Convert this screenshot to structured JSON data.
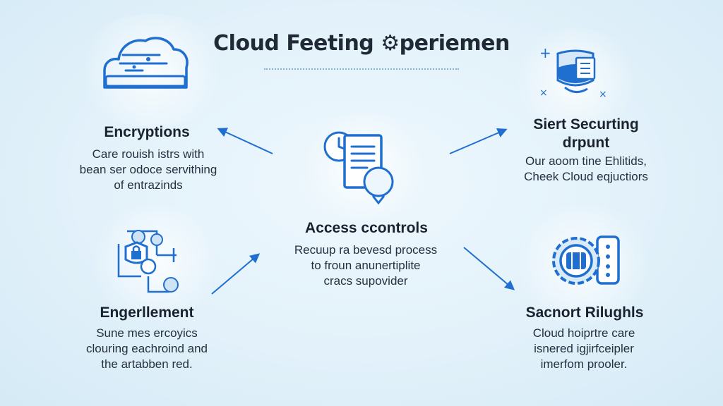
{
  "title": "Cloud Feeting ⚙periemen",
  "nodes": {
    "encryptions": {
      "title": "Encryptions",
      "desc": [
        "Care rouish istrs with",
        "bean ser odoce servithing",
        "of entrazinds"
      ]
    },
    "securing": {
      "title": [
        "Siert Securting",
        "drpunt"
      ],
      "desc": [
        "Our aoom tine Ehlitids,",
        "Cheek Cloud eqjuctiors"
      ]
    },
    "access": {
      "title": "Access ccontrols",
      "desc": [
        "Recuup ra bevesd process",
        "to froun anunertiplite",
        "cracs supovider"
      ]
    },
    "engerllement": {
      "title": "Engerllement",
      "desc": [
        "Sune mes ercoyics",
        "clouring eachroind and",
        "the artabben red."
      ]
    },
    "rights": {
      "title": "Sacnort Rilughls",
      "desc": [
        "Cloud hoiprtre care",
        "isnered igjirfceipler",
        "imerfom prooler."
      ]
    }
  },
  "colors": {
    "accent": "#1f6fd0",
    "accent_light": "#4f97e0",
    "text": "#1d2733"
  },
  "icons": {
    "encryptions": "cloud-server-icon",
    "securing": "shield-chip-icon",
    "access": "document-clock-icon",
    "engerllement": "network-lock-icon",
    "rights": "gear-database-icon"
  }
}
